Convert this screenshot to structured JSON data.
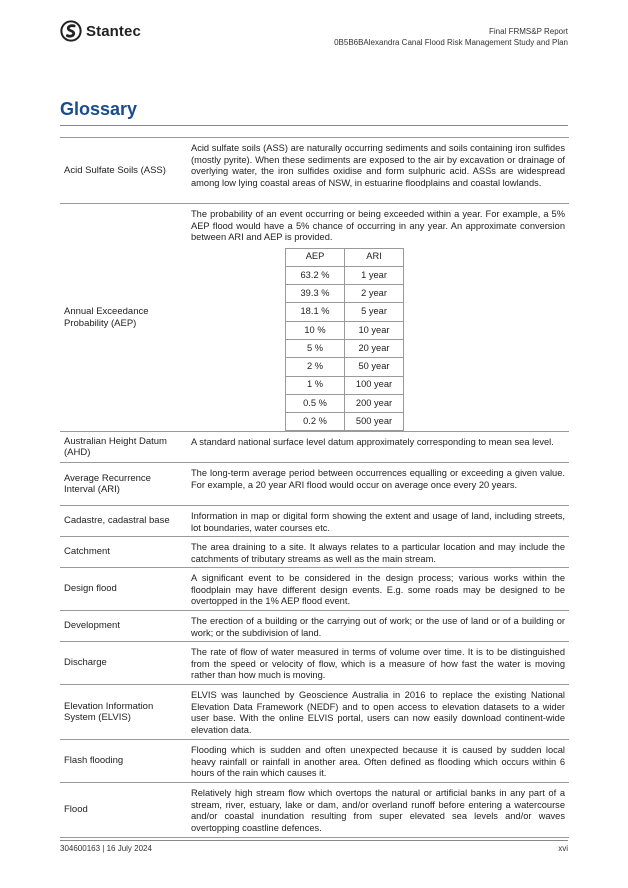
{
  "header": {
    "logo_text": "Stantec",
    "report_title": "Final FRMS&P Report",
    "project": "0B5B6BAlexandra Canal Flood Risk Management Study and Plan"
  },
  "page_title": "Glossary",
  "glossary": [
    {
      "term": "Acid Sulfate Soils (ASS)",
      "definition": "Acid sulfate soils (ASS) are naturally occurring sediments and soils containing iron sulfides (mostly pyrite). When these sediments are exposed to the air by excavation or drainage of overlying water, the iron sulfides oxidise and form sulphuric acid. ASSs are widespread among low lying coastal areas of NSW, in estuarine floodplains and coastal lowlands."
    },
    {
      "term": "Annual Exceedance Probability (AEP)",
      "definition": "The probability of an event occurring or being exceeded within a year. For example, a 5% AEP flood would have a 5% chance of occurring in any year. An approximate conversion between ARI and AEP is provided."
    },
    {
      "term": "Australian Height Datum (AHD)",
      "definition": "A standard national surface level datum approximately corresponding to mean sea level."
    },
    {
      "term": "Average Recurrence Interval (ARI)",
      "definition": "The long-term average period between occurrences equalling or exceeding a given value. For example, a 20 year ARI flood would occur on average once every 20 years."
    },
    {
      "term": "Cadastre, cadastral base",
      "definition": "Information in map or digital form showing the extent and usage of land, including streets, lot boundaries, water courses etc."
    },
    {
      "term": "Catchment",
      "definition": "The area draining to a site. It always relates to a particular location and may include the catchments of tributary streams as well as the main stream."
    },
    {
      "term": "Design flood",
      "definition": "A significant event to be considered in the design process; various works within the floodplain may have different design events. E.g. some roads may be designed to be overtopped in the 1% AEP flood event."
    },
    {
      "term": "Development",
      "definition": "The erection of a building or the carrying out of work; or the use of land or of a building or work; or the subdivision of land."
    },
    {
      "term": "Discharge",
      "definition": "The rate of flow of water measured in terms of volume over time. It is to be distinguished from the speed or velocity of flow, which is a measure of how fast the water is moving rather than how much is moving."
    },
    {
      "term": "Elevation Information System (ELVIS)",
      "definition": "ELVIS was launched by Geoscience Australia in 2016 to replace the existing National Elevation Data Framework (NEDF) and to open access to elevation datasets to a wider user base. With the online ELVIS portal, users can now easily download continent-wide elevation data."
    },
    {
      "term": "Flash flooding",
      "definition": "Flooding which is sudden and often unexpected because it is caused by sudden local heavy rainfall or rainfall in another area. Often defined as flooding which occurs within 6 hours of the rain which causes it."
    },
    {
      "term": "Flood",
      "definition": "Relatively high stream flow which overtops the natural or artificial banks in any part of a stream, river, estuary, lake or dam, and/or overland runoff before entering a watercourse and/or coastal inundation resulting from super elevated sea levels and/or waves overtopping coastline defences."
    }
  ],
  "aep_table": {
    "headers": [
      "AEP",
      "ARI"
    ],
    "rows": [
      [
        "63.2 %",
        "1 year"
      ],
      [
        "39.3 %",
        "2 year"
      ],
      [
        "18.1 %",
        "5 year"
      ],
      [
        "10 %",
        "10 year"
      ],
      [
        "5 %",
        "20 year"
      ],
      [
        "2 %",
        "50 year"
      ],
      [
        "1 %",
        "100 year"
      ],
      [
        "0.5 %",
        "200 year"
      ],
      [
        "0.2 %",
        "500 year"
      ]
    ]
  },
  "footer": {
    "doc_ref": "304600163 | 16 July 2024",
    "page_number": "xvi"
  }
}
